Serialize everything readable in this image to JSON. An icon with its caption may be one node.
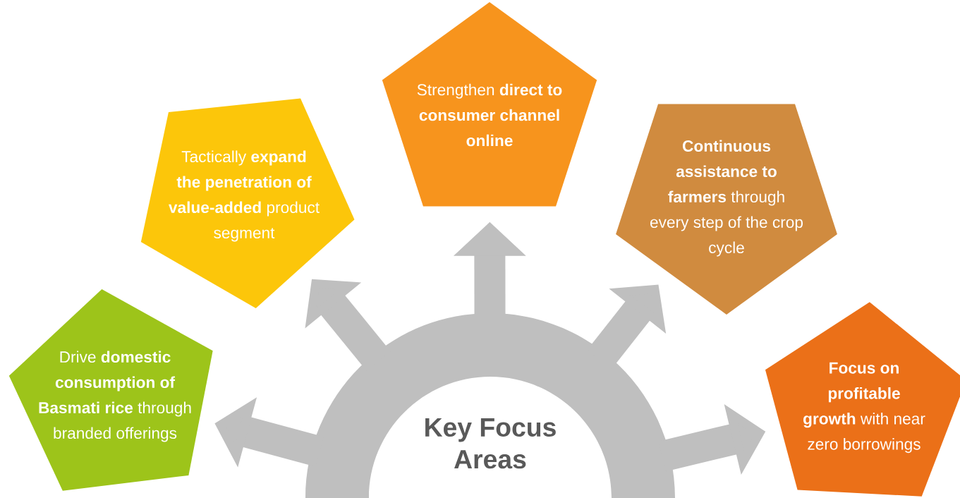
{
  "diagram": {
    "nodes": [
      {
        "text": [
          "Key Focus Areas"
        ]
      },
      {
        "text": [
          "Drive **domestic consumption of Basmati rice** through branded offerings"
        ]
      },
      {
        "text": [
          "Tactically **expand the penetration of value-added** product segment"
        ]
      },
      {
        "text": [
          "Strengthen **direct to consumer channel online**"
        ]
      },
      {
        "text": [
          "**Continuous assistance to farmers** through every step of the crop cycle"
        ]
      },
      {
        "text": [
          "**Focus on profitable growth** with near zero borrowings"
        ]
      }
    ],
    "edges": [
      {
        "from": 0,
        "to": 1,
        "arrow": "to"
      },
      {
        "from": 0,
        "to": 2,
        "arrow": "to"
      },
      {
        "from": 0,
        "to": 3,
        "arrow": "to"
      },
      {
        "from": 0,
        "to": 4,
        "arrow": "to"
      },
      {
        "from": 0,
        "to": 5,
        "arrow": "to"
      }
    ]
  }
}
